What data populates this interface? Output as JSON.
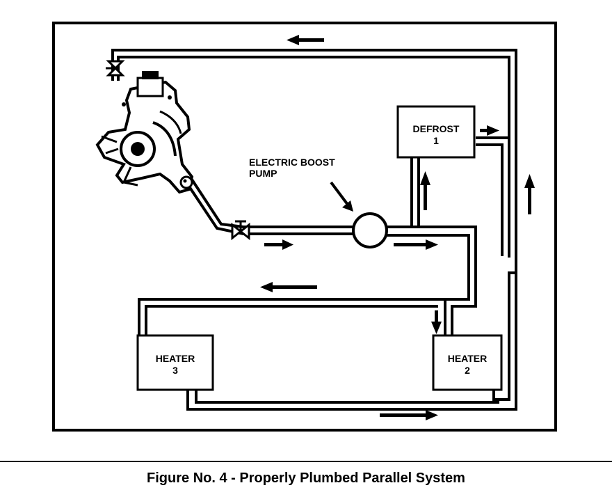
{
  "boxes": {
    "defrost": {
      "line1": "DEFROST",
      "line2": "1"
    },
    "heater2": {
      "line1": "HEATER",
      "line2": "2"
    },
    "heater3": {
      "line1": "HEATER",
      "line2": "3"
    }
  },
  "pump_label": {
    "line1": "ELECTRIC BOOST",
    "line2": "PUMP"
  },
  "caption": "Figure No. 4 - Properly Plumbed Parallel System"
}
